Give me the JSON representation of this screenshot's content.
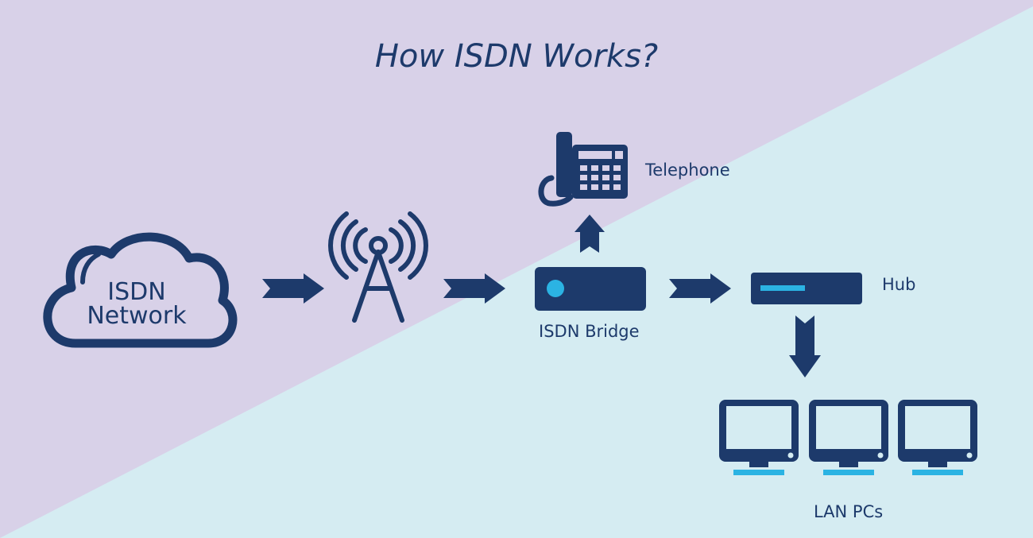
{
  "title": "How ISDN Works?",
  "nodes": {
    "cloud_line1": "ISDN",
    "cloud_line2": "Network",
    "bridge": "ISDN Bridge",
    "telephone": "Telephone",
    "hub": "Hub",
    "lan": "LAN PCs"
  },
  "colors": {
    "top_background": "#d8d1e8",
    "bottom_background": "#d5ecf2",
    "primary": "#1d3a6b",
    "accent": "#2bb3e3"
  },
  "icons": [
    "cloud-icon",
    "antenna-tower-icon",
    "bridge-device-icon",
    "telephone-icon",
    "hub-icon",
    "monitor-icon",
    "arrow-right-icon",
    "arrow-up-icon",
    "arrow-down-icon"
  ]
}
